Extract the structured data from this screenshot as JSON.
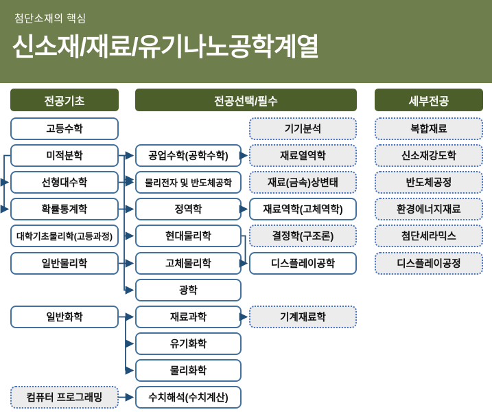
{
  "banner": {
    "tagline": "첨단소재의 핵심",
    "title": "신소재/재료/유기나노공학계열"
  },
  "colors": {
    "banner_background": "#6F7E4D",
    "column_header_background": "#4C5E2A",
    "solid_box_border": "#41719C",
    "dotted_box_border": "#4472C4",
    "dotted_box_fill": "#ECECEC",
    "connector_line": "#1F4E79",
    "text_on_green": "#FFFFFF",
    "box_text": "#111111"
  },
  "column_headers": [
    {
      "id": "basics",
      "label": "전공기초"
    },
    {
      "id": "elective",
      "label": "전공선택/필수"
    },
    {
      "id": "detail",
      "label": "세부전공"
    }
  ],
  "diagram": {
    "boxes": [
      {
        "label": "고등수학",
        "col": "A",
        "row": 0,
        "style": "solid"
      },
      {
        "label": "미적분학",
        "col": "A",
        "row": 1,
        "style": "solid"
      },
      {
        "label": "선형대수학",
        "col": "A",
        "row": 2,
        "style": "solid"
      },
      {
        "label": "확률통계학",
        "col": "A",
        "row": 3,
        "style": "solid"
      },
      {
        "label": "대학기초물리학(고등과정)",
        "col": "A",
        "row": 4,
        "style": "solid"
      },
      {
        "label": "일반물리학",
        "col": "A",
        "row": 5,
        "style": "solid"
      },
      {
        "label": "일반화학",
        "col": "A",
        "row": 7,
        "style": "solid"
      },
      {
        "label": "컴퓨터 프로그래밍",
        "col": "A",
        "row": 10,
        "style": "dotted"
      },
      {
        "label": "공업수학(공학수학)",
        "col": "B",
        "row": 1,
        "style": "solid"
      },
      {
        "label": "물리전자 및 반도체공학",
        "col": "B",
        "row": 2,
        "style": "solid"
      },
      {
        "label": "정역학",
        "col": "B",
        "row": 3,
        "style": "solid"
      },
      {
        "label": "현대물리학",
        "col": "B",
        "row": 4,
        "style": "solid"
      },
      {
        "label": "고체물리학",
        "col": "B",
        "row": 5,
        "style": "solid"
      },
      {
        "label": "광학",
        "col": "B",
        "row": 6,
        "style": "solid"
      },
      {
        "label": "재료과학",
        "col": "B",
        "row": 7,
        "style": "solid"
      },
      {
        "label": "유기화학",
        "col": "B",
        "row": 8,
        "style": "solid"
      },
      {
        "label": "물리화학",
        "col": "B",
        "row": 9,
        "style": "solid"
      },
      {
        "label": "수치해석(수치계산)",
        "col": "B",
        "row": 10,
        "style": "solid"
      },
      {
        "label": "기기분석",
        "col": "C",
        "row": 0,
        "style": "dotted"
      },
      {
        "label": "재료열역학",
        "col": "C",
        "row": 1,
        "style": "dotted"
      },
      {
        "label": "재료(금속)상변태",
        "col": "C",
        "row": 2,
        "style": "dotted"
      },
      {
        "label": "재료역학(고체역학)",
        "col": "C",
        "row": 3,
        "style": "solid"
      },
      {
        "label": "결정학(구조론)",
        "col": "C",
        "row": 4,
        "style": "dotted"
      },
      {
        "label": "디스플레이공학",
        "col": "C",
        "row": 5,
        "style": "solid"
      },
      {
        "label": "기계재료학",
        "col": "C",
        "row": 7,
        "style": "dotted"
      },
      {
        "label": "복합재료",
        "col": "D",
        "row": 0,
        "style": "dotted"
      },
      {
        "label": "신소재강도학",
        "col": "D",
        "row": 1,
        "style": "dotted"
      },
      {
        "label": "반도체공정",
        "col": "D",
        "row": 2,
        "style": "dotted"
      },
      {
        "label": "환경에너지재료",
        "col": "D",
        "row": 3,
        "style": "dotted"
      },
      {
        "label": "첨단세라믹스",
        "col": "D",
        "row": 4,
        "style": "dotted"
      },
      {
        "label": "디스플레이공정",
        "col": "D",
        "row": 5,
        "style": "dotted"
      }
    ]
  }
}
